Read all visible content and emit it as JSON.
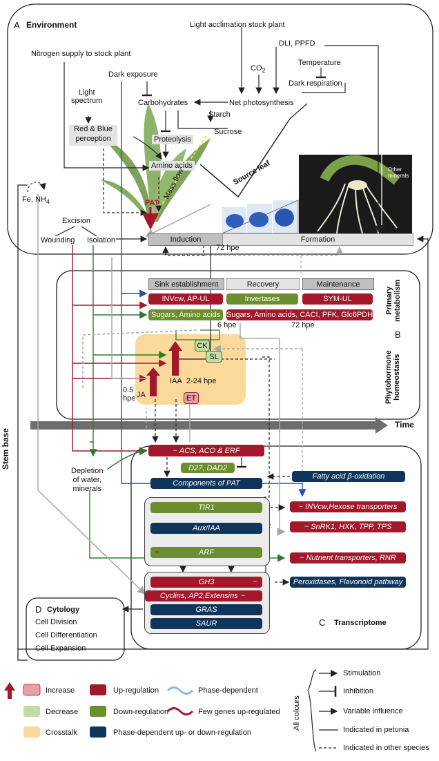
{
  "environment": {
    "panel_letter": "A",
    "title": "Environment",
    "light_acclimation": "Light acclimation stock plant",
    "dli_ppfd": "DLI, PPFD",
    "nitrogen": "Nitrogen supply to stock plant",
    "co2": "CO",
    "co2_sub": "2",
    "temperature": "Temperature",
    "dark_exposure": "Dark exposure",
    "dark_respiration": "Dark respiration",
    "light_spectrum": "Light\nspectrum",
    "carbohydrates": "Carbohydrates",
    "net_photosynthesis": "Net photosynthesis",
    "starch": "Starch",
    "sucrose": "Sucrose",
    "red_blue": "Red & Blue\nperception",
    "proteolysis": "Proteolysis",
    "amino_acids": "Amino acids",
    "source_leaf": "Source leaf",
    "mass_flow": "Mass flow",
    "pat": "PAT",
    "other_minerals": "Other\nminerals",
    "fe_nh4": "Fe, NH",
    "nh4_sub": "4",
    "excision": "Excision",
    "wounding": "Wounding",
    "isolation": "Isolation",
    "induction": "Induction",
    "formation": "Formation",
    "hpe72": "72 hpe"
  },
  "primary": {
    "sink": "Sink establishment",
    "recovery": "Recovery",
    "maintenance": "Maintenance",
    "invcw": "INVcw, AP-UL",
    "invertases": "Invertases",
    "symul": "SYM-UL",
    "sugars_aa": "Sugars, Amino acids",
    "sugars_long": "Sugars, Amino acids, CACI, PFK, Glc6PDH",
    "hpe6": "6 hpe",
    "hpe72": "72 hpe",
    "label": "Primary\nmetabolism"
  },
  "hormone": {
    "panel_letter": "B",
    "label": "Phytohormone\nhomeostasis",
    "ck": "CK",
    "sl": "SL",
    "iaa": "IAA",
    "iaa_time": "2-24 hpe",
    "ja": "JA",
    "ja_time": "0.5\nhpe",
    "et": "ET"
  },
  "time_label": "Time",
  "stem_base": "Stem base",
  "depletion": "Depletion\nof water,\nminerals",
  "transcriptome": {
    "panel_letter": "C",
    "title": "Transcriptome",
    "acs": "ACS, ACO & ERF",
    "d27": "D27, DAD2",
    "pat_comp": "Components of PAT",
    "fatty": "Fatty acid β-oxidation",
    "invcw_hex": "INVcw,Hexose transporters",
    "tir1": "TIR1",
    "aux_iaa": "Aux/IAA",
    "arf": "ARF",
    "snrk": "SnRK1, HXK, TPP, TPS",
    "nutrient": "Nutrient transporters, RNR",
    "gh3": "GH3",
    "cyclins": "Cyclins, AP2,Extensins",
    "gras": "GRAS",
    "saur": "SAUR",
    "peroxidases": "Peroxidases, Flavonoid pathway"
  },
  "cytology": {
    "panel_letter": "D",
    "title": "Cytology",
    "items": [
      "Cell Division",
      "Cell Differentiation",
      "Cell Expansion"
    ]
  },
  "legend": {
    "increase": "Increase",
    "decrease": "Decrease",
    "crosstalk": "Crosstalk",
    "upreg": "Up-regulation",
    "downreg": "Down-regulation",
    "phasedep": "Phase-dependent up- or down-regulation",
    "phase": "Phase-dependent",
    "fewgenes": "Few genes up-regulated",
    "all_colours": "All colours",
    "stimulation": "Stimulation",
    "inhibition": "Inhibition",
    "variable": "Variable influence",
    "petunia": "Indicated in petunia",
    "other": "Indicated in other species"
  },
  "colors": {
    "upreg": "#a3182a",
    "downreg": "#6b8f2f",
    "phasedep": "#0f355c",
    "increase": "#e8a0a8",
    "decrease": "#c4dba6",
    "crosstalk": "#fbd99a",
    "phase_wave": "#8fb6e6"
  }
}
